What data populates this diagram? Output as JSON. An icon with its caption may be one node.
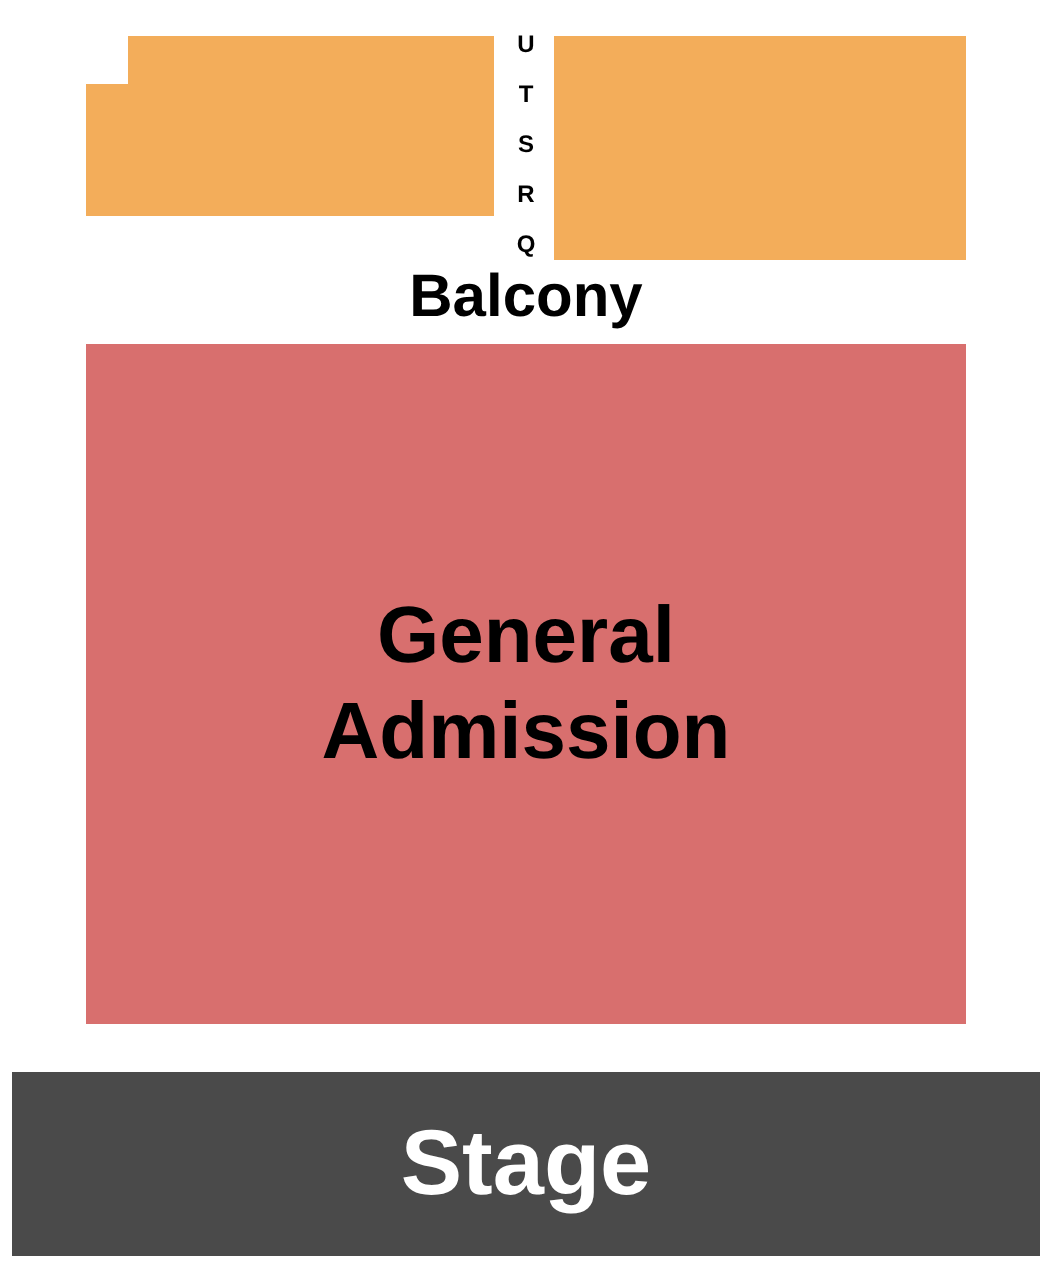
{
  "diagram": {
    "nodes": [
      {
        "text": [],
        "shape": "box"
      },
      {
        "text": [],
        "shape": "box"
      },
      {
        "text": [
          "General Admission"
        ]
      },
      {
        "text": [
          "Stage"
        ]
      }
    ],
    "labels": [
      "U",
      "T",
      "S",
      "R",
      "Q",
      "Balcony"
    ]
  }
}
